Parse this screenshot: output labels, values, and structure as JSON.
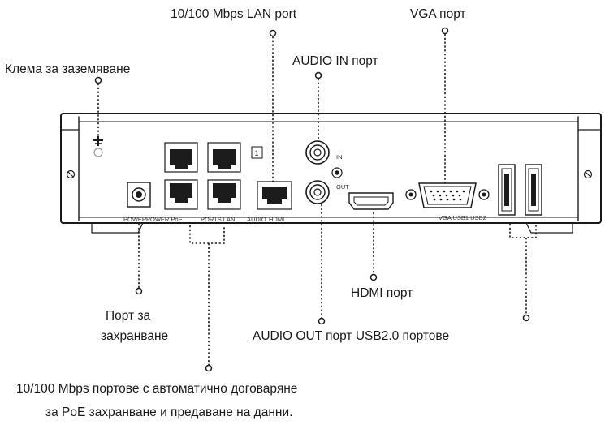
{
  "labels": {
    "lan_port": "10/100 Mbps LAN port",
    "vga_port": "VGA порт",
    "ground": "Клема за заземяване",
    "audio_in": "AUDIO IN порт",
    "power_line1": "Порт за",
    "power_line2": "захранване",
    "hdmi": "HDMI порт",
    "audio_out_usb": "AUDIO OUT порт USB2.0 портове",
    "poe_line1": "10/100 Mbps портове с автоматично договаряне",
    "poe_line2": "за PoE захранване и предаване на данни."
  },
  "panel_labels": {
    "power": "POWER",
    "power_poe": "POWER PoE",
    "ports_lan": "PORTS LAN",
    "audio": "AUDIO",
    "hdmi": "HDMI",
    "in": "IN",
    "out": "OUT",
    "vga_usb": "VGA USB1 USB2",
    "port_digit": "1"
  },
  "colors": {
    "line": "#1a1a1a",
    "panel_fill": "#ffffff",
    "port_fill": "#1c1c1c"
  }
}
